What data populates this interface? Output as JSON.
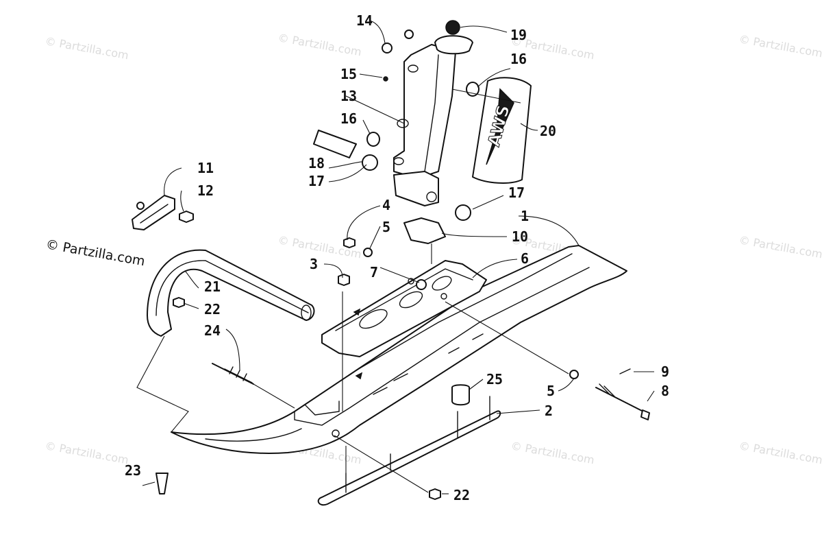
{
  "watermark": {
    "text": "© Partzilla.com",
    "main_text": "© Partzilla.com"
  },
  "decal": {
    "text": "AWS"
  },
  "callouts": [
    "1",
    "2",
    "3",
    "4",
    "5",
    "5",
    "6",
    "7",
    "9",
    "8",
    "10",
    "11",
    "12",
    "13",
    "14",
    "15",
    "16",
    "16",
    "17",
    "17",
    "18",
    "19",
    "20",
    "21",
    "22",
    "22",
    "23",
    "24",
    "25"
  ]
}
